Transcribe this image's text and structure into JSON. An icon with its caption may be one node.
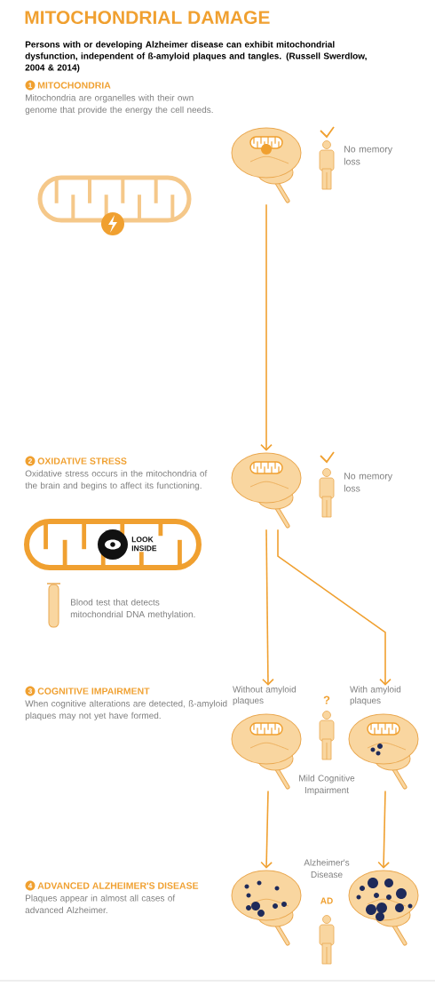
{
  "diagram": {
    "title": "MITOCHONDRIAL DAMAGE",
    "nodes": [
      {
        "text": [],
        "shape": "picture"
      },
      {
        "text": [],
        "shape": "picture"
      },
      {
        "text": [
          "Without amyloid plaques"
        ]
      },
      {
        "text": [
          "With amyloid plaques"
        ]
      },
      {
        "text": [],
        "shape": "picture"
      },
      {
        "text": [],
        "shape": "picture"
      }
    ],
    "edges": [
      {
        "from": 0,
        "to": 1,
        "arrow": "to"
      },
      {
        "from": 1,
        "to": 2,
        "arrow": "to"
      },
      {
        "from": 1,
        "to": 3,
        "arrow": "to"
      },
      {
        "from": 2,
        "to": 4,
        "arrow": "to"
      },
      {
        "from": 3,
        "to": 5,
        "arrow": "to"
      }
    ],
    "labels": [
      "Persons with or developing Alzheimer disease can exhibit mitochondrial dysfunction, independent of ß-amyloid plaques and tangles. (Russell Swerdlow, 2004 & 2014)",
      "1",
      "MITOCHONDRIA",
      "Mitochondria are organelles with their own genome that provide the energy the cell needs.",
      "No memory loss",
      "2",
      "OXIDATIVE STRESS",
      "Oxidative stress occurs in the mitochondria of the brain and begins to affect its functioning.",
      "No memory loss",
      "LOOK INSIDE",
      "Blood test that detects mitochondrial DNA methylation.",
      "3",
      "COGNITIVE IMPAIRMENT",
      "?",
      "When cognitive alterations are detected, ß-amyloid plaques may not yet have formed.",
      "Mild Cognitive Impairment",
      "Alzheimer's Disease",
      "4",
      "ADVANCED ALZHEIMER'S DISEASE",
      "AD",
      "Plaques appear in almost all cases of advanced Alzheimer."
    ]
  }
}
